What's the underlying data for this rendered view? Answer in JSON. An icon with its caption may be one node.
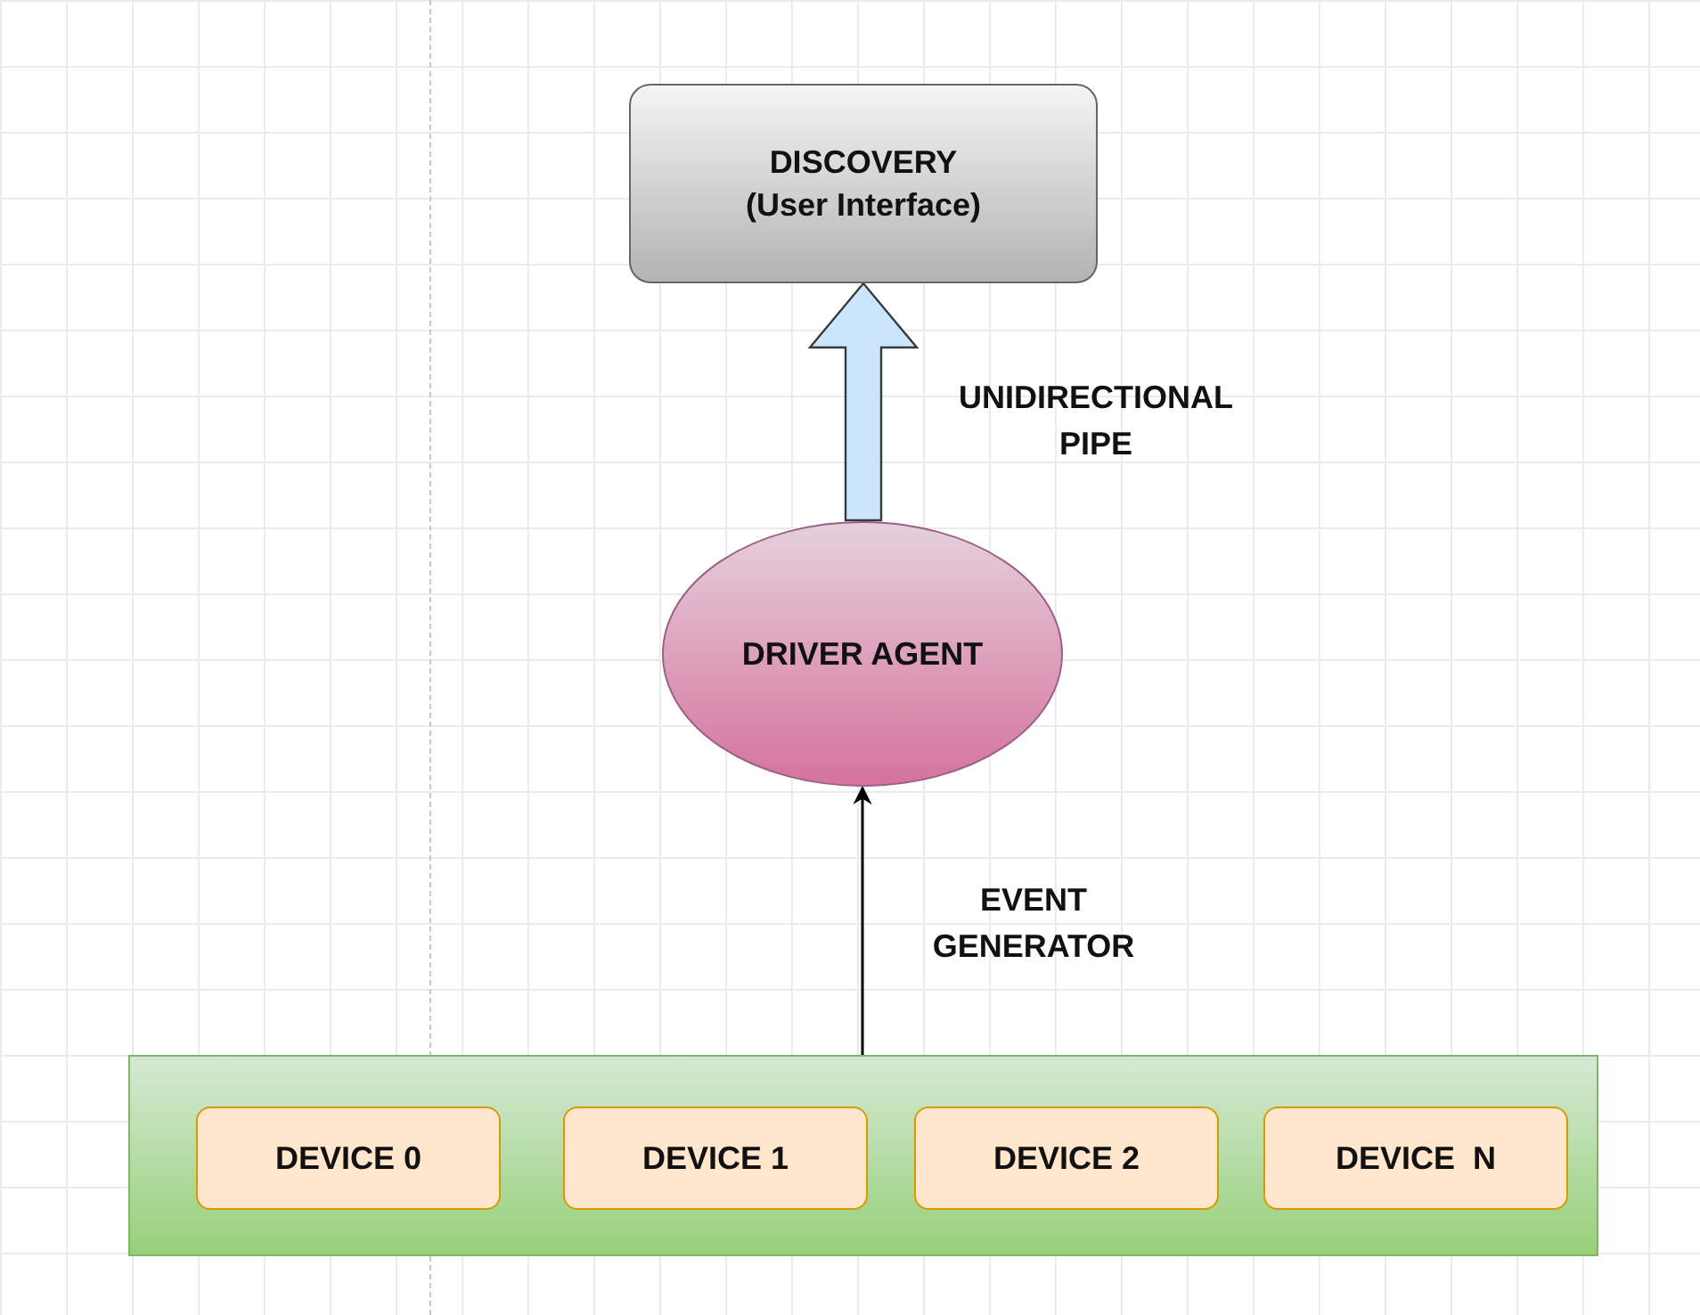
{
  "diagram": {
    "nodes": [
      {
        "text": [
          "DISCOVERY",
          "(User Interface)"
        ]
      },
      {
        "text": [
          "DRIVER AGENT"
        ]
      },
      {
        "text": [],
        "shape": "box"
      },
      {
        "text": [
          "DEVICE 0"
        ],
        "in": 2
      },
      {
        "text": [
          "DEVICE 1"
        ],
        "in": 2
      },
      {
        "text": [
          "DEVICE 2"
        ],
        "in": 2
      },
      {
        "text": [
          "DEVICE  N"
        ],
        "in": 2
      }
    ],
    "edges": [
      {
        "from": 1,
        "to": 0,
        "arrow": "to",
        "label": "UNIDIRECTIONAL PIPE",
        "style": "thick",
        "color": "#cce5ff"
      },
      {
        "from": 2,
        "to": 1,
        "arrow": "to",
        "label": "EVENT GENERATOR"
      }
    ]
  }
}
